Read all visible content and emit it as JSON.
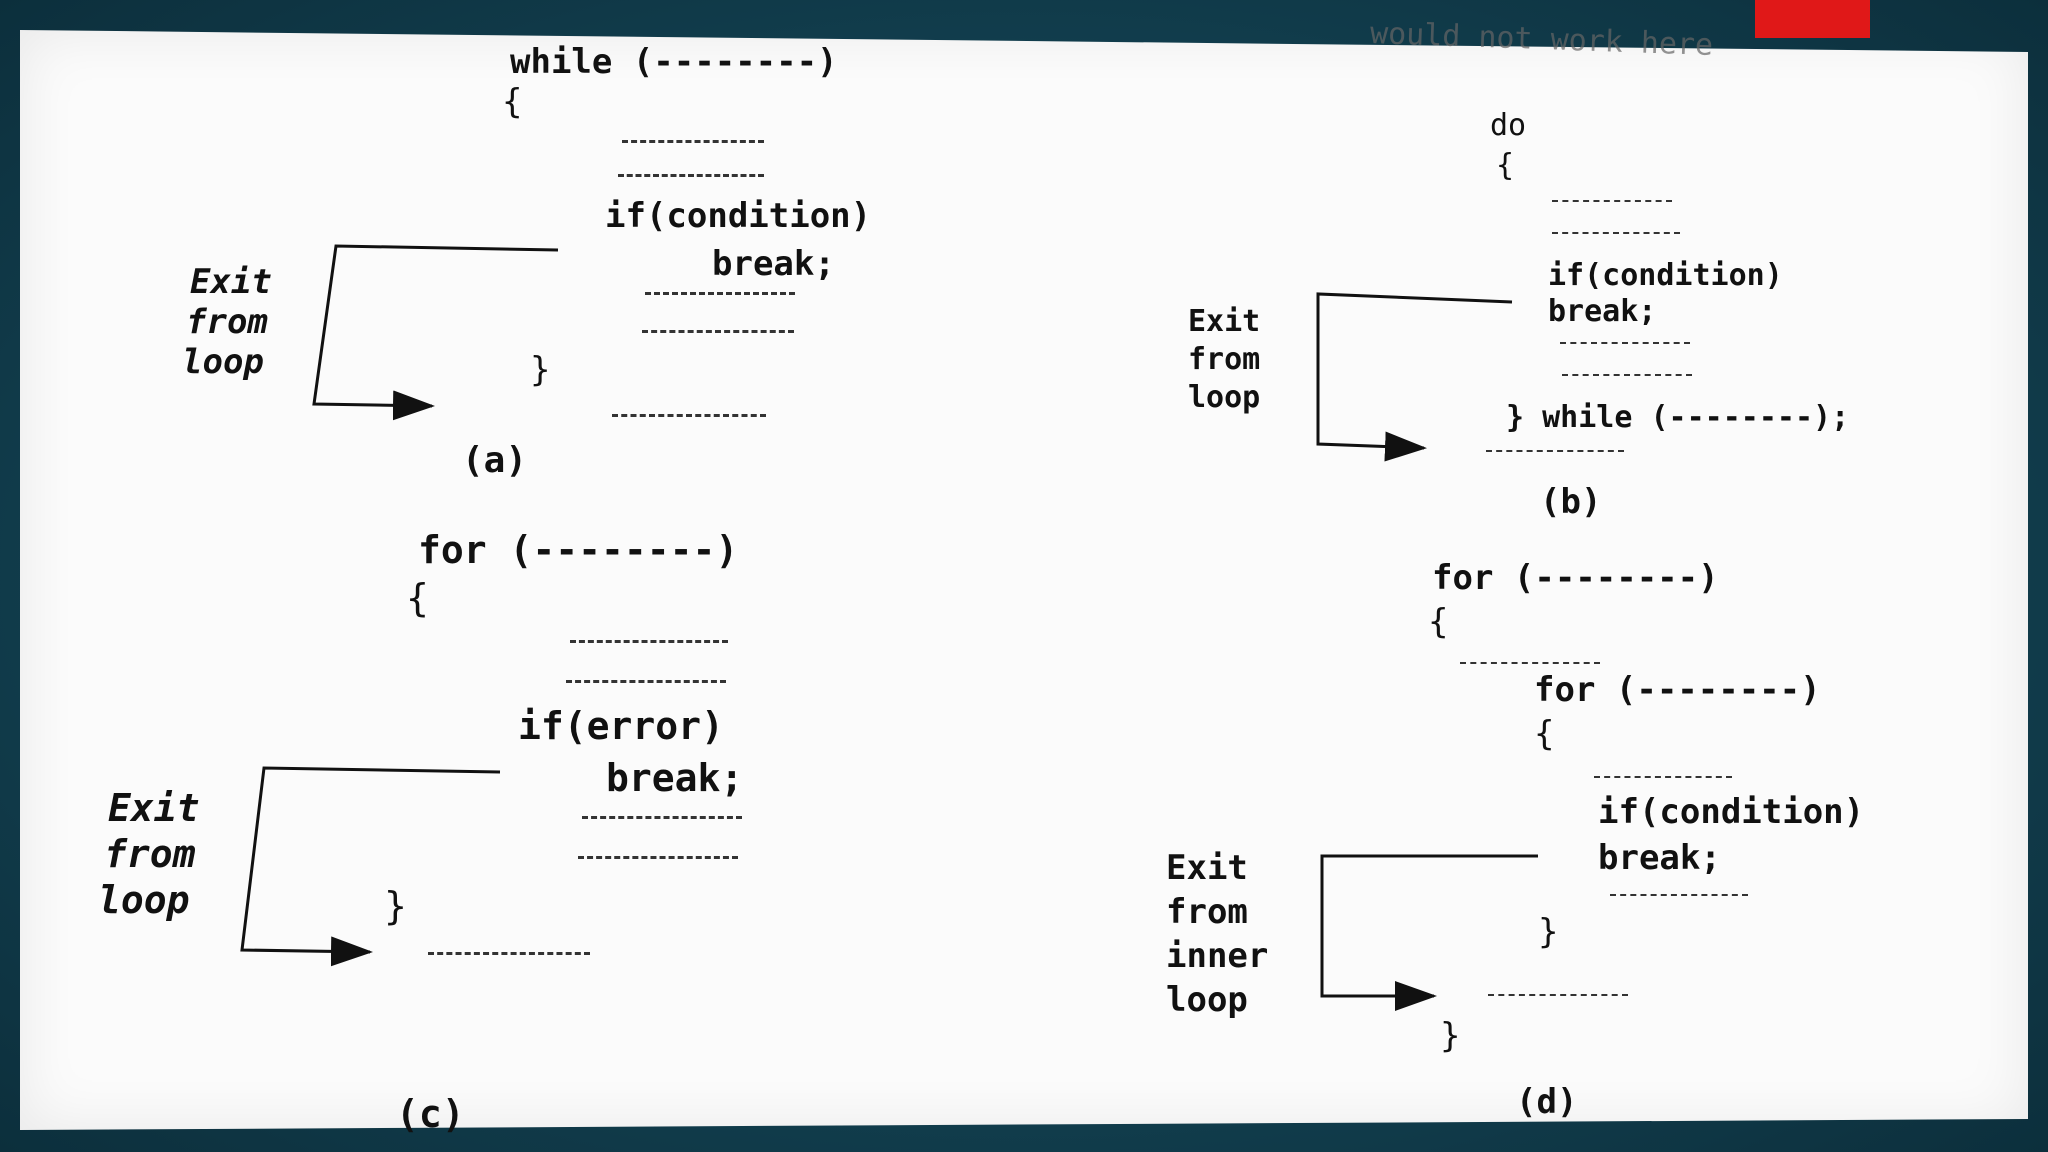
{
  "scan_header": "would not work here",
  "panels": {
    "a": {
      "loop_header": "while (--------)",
      "open_brace": "{",
      "if_line": "if(condition)",
      "break_line": "break;",
      "close_brace": "}",
      "exit_label": [
        "Exit",
        "from",
        "loop"
      ],
      "caption": "(a)"
    },
    "b": {
      "do_line": "do",
      "open_brace": "{",
      "if_line": "if(condition)",
      "break_line": "break;",
      "close_line": "} while (--------);",
      "exit_label": [
        "Exit",
        "from",
        "loop"
      ],
      "caption": "(b)"
    },
    "c": {
      "loop_header": "for (--------)",
      "open_brace": "{",
      "if_line": "if(error)",
      "break_line": "break;",
      "close_brace": "}",
      "exit_label": [
        "Exit",
        "from",
        "loop"
      ],
      "caption": "(c)"
    },
    "d": {
      "outer_header": "for (--------)",
      "outer_open": "{",
      "inner_header": "for (--------)",
      "inner_open": "{",
      "if_line": "if(condition)",
      "break_line": "break;",
      "inner_close": "}",
      "outer_close": "}",
      "exit_label": [
        "Exit",
        "from",
        "inner",
        "loop"
      ],
      "caption": "(d)"
    }
  }
}
